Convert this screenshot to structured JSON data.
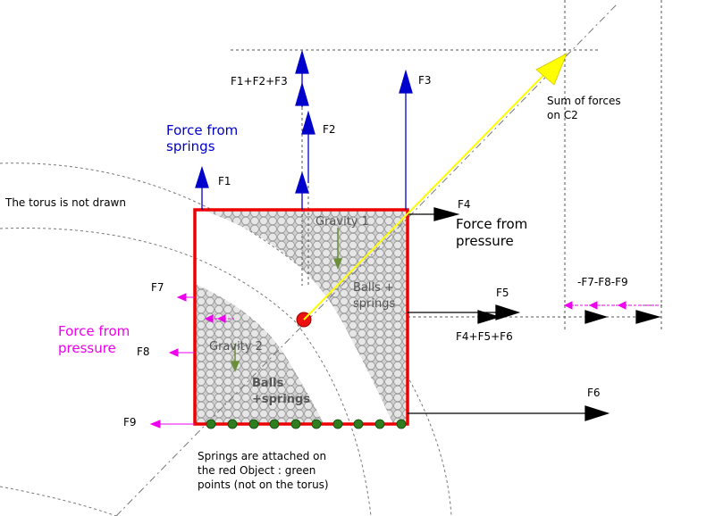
{
  "labels": {
    "torus_note": "The torus is not drawn",
    "force_from_springs_l1": "Force from",
    "force_from_springs_l2": "springs",
    "force_from_pressure_left_l1": "Force from",
    "force_from_pressure_left_l2": "pressure",
    "force_from_pressure_right_l1": "Force from",
    "force_from_pressure_right_l2": "pressure",
    "sum_of_forces_l1": "Sum of forces",
    "sum_of_forces_l2": "on C2",
    "gravity_1": "Gravity 1",
    "gravity_2": "Gravity 2",
    "balls_springs_1_l1": "Balls +",
    "balls_springs_1_l2": "springs",
    "balls_springs_2_l1": "Balls",
    "balls_springs_2_l2": "+springs",
    "springs_note_l1": "Springs are attached on",
    "springs_note_l2": "the red Object : green",
    "springs_note_l3": "points (not on the torus)"
  },
  "forces": {
    "f1": "F1",
    "f2": "F2",
    "f3": "F3",
    "f1_f2_f3": "F1+F2+F3",
    "f4": "F4",
    "f5": "F5",
    "f6": "F6",
    "f4_f5_f6": "F4+F5+F6",
    "f7": "F7",
    "f8": "F8",
    "f9": "F9",
    "neg_f7_f8_f9": "-F7-F8-F9"
  },
  "colors": {
    "object_outline": "#ee0000",
    "center_ball": "#ee1111",
    "spring_points": "#2e7d1e",
    "springs_force": "#0000cc",
    "pressure_force": "#000000",
    "left_pressure_force": "#ee00ee",
    "sum_force": "#ffff00",
    "dashed_guides": "#555555"
  }
}
